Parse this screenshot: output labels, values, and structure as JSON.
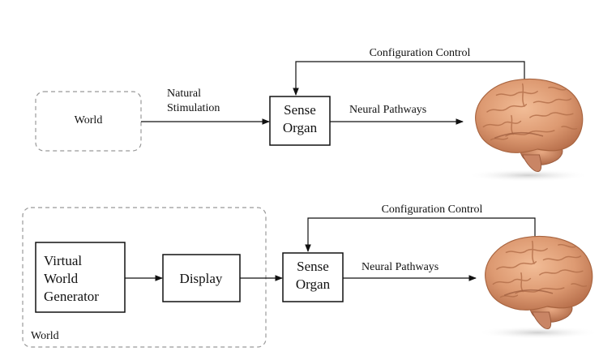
{
  "top": {
    "world": "World",
    "stimulation_line1": "Natural",
    "stimulation_line2": "Stimulation",
    "sense_line1": "Sense",
    "sense_line2": "Organ",
    "neural": "Neural Pathways",
    "config": "Configuration Control"
  },
  "bottom": {
    "generator_line1": "Virtual",
    "generator_line2": "World",
    "generator_line3": "Generator",
    "display": "Display",
    "sense_line1": "Sense",
    "sense_line2": "Organ",
    "neural": "Neural Pathways",
    "config": "Configuration Control",
    "world": "World"
  },
  "icons": [
    "brain-icon"
  ]
}
